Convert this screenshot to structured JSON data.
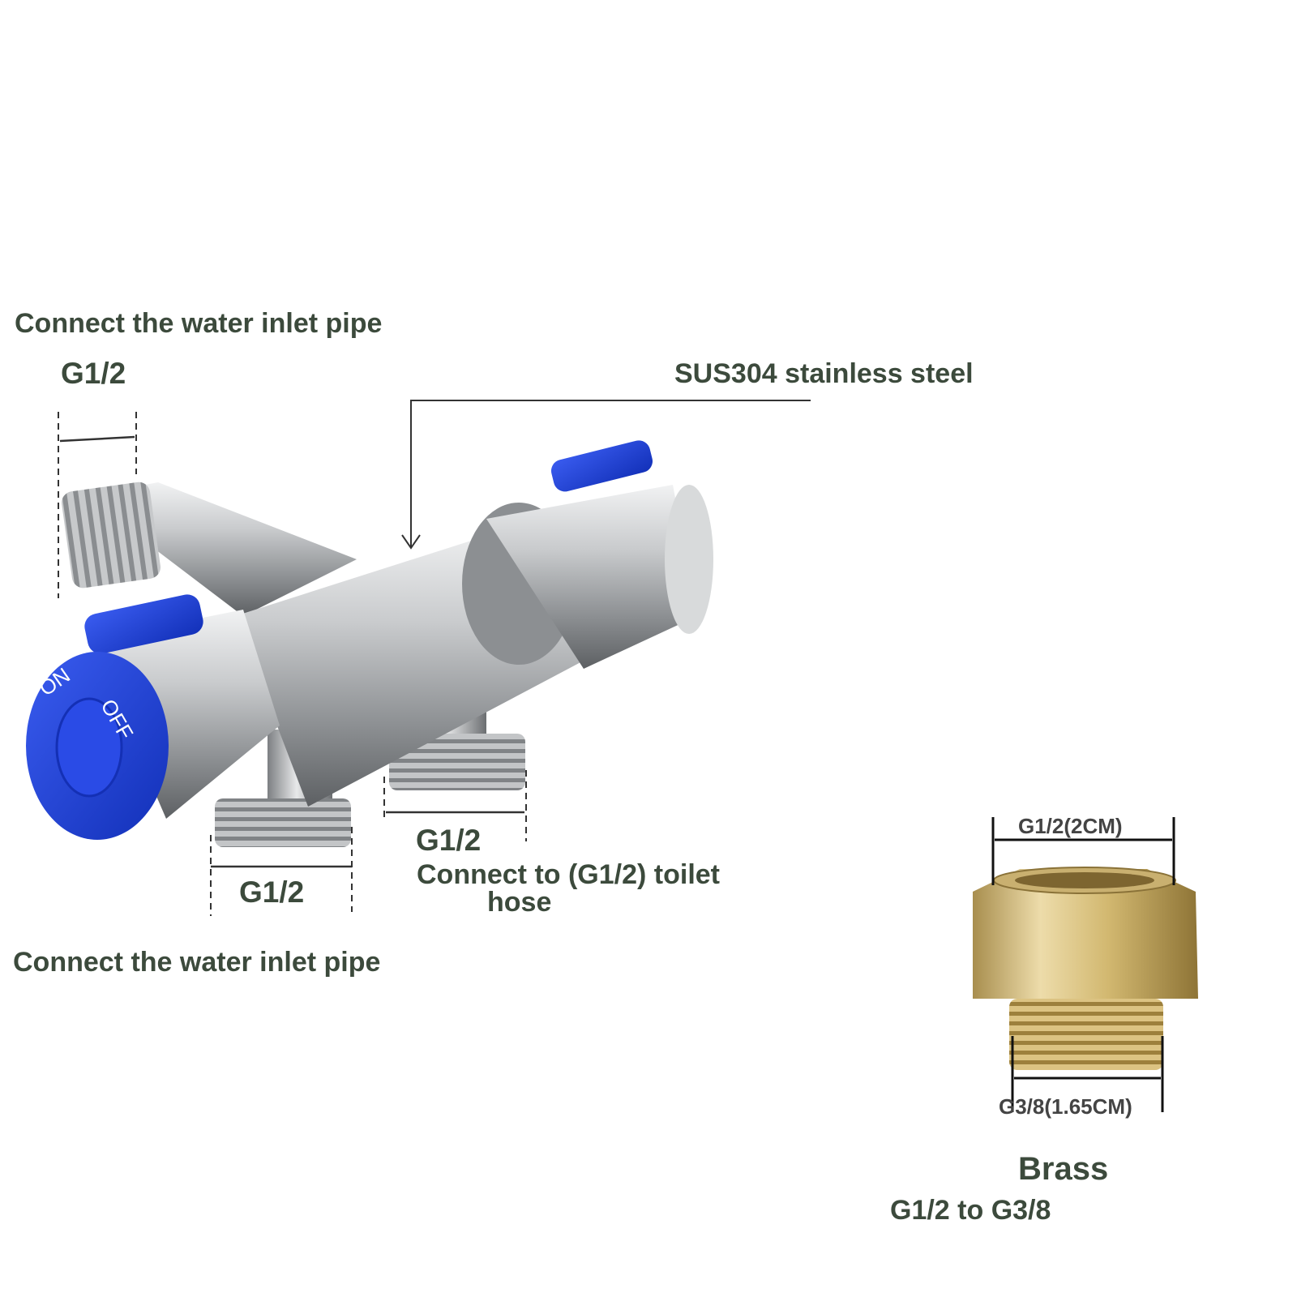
{
  "inlet_top": {
    "label": "Connect the water inlet pipe",
    "size": "G1/2"
  },
  "material": {
    "label": "SUS304 stainless steel"
  },
  "valve": {
    "on_text": "ON",
    "off_text": "OFF",
    "handle_color": "#1f3fd8",
    "body_color": "#a9acaf"
  },
  "outlet_left": {
    "size": "G1/2"
  },
  "outlet_right": {
    "size": "G1/2",
    "label_line1": "Connect to (G1/2) toilet",
    "label_line2": "hose"
  },
  "inlet_bottom": {
    "label": "Connect the water inlet pipe"
  },
  "adapter": {
    "top_size": "G1/2(2CM)",
    "bottom_size": "G3/8(1.65CM)",
    "material": "Brass",
    "description": "G1/2 to G3/8",
    "color": "#d8c07a"
  },
  "text_color": "#3c4a3c"
}
